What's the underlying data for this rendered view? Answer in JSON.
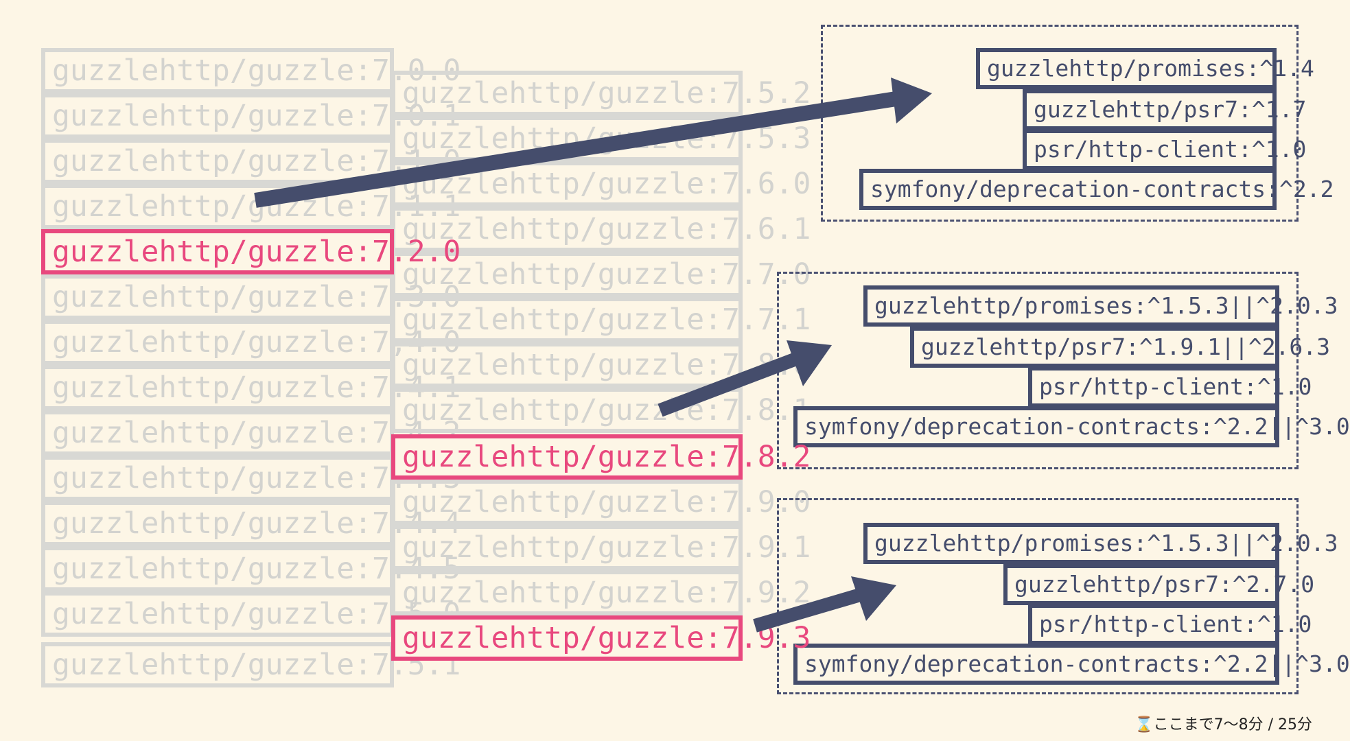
{
  "versions_left": [
    "guzzlehttp/guzzle:7.0.0",
    "guzzlehttp/guzzle:7.0.1",
    "guzzlehttp/guzzle:7.1.0",
    "guzzlehttp/guzzle:7.1.1",
    "guzzlehttp/guzzle:7.2.0",
    "guzzlehttp/guzzle:7.3.0",
    "guzzlehttp/guzzle:7,4.0",
    "guzzlehttp/guzzle:7.4.1",
    "guzzlehttp/guzzle:7.4.2",
    "guzzlehttp/guzzle:7.4.3",
    "guzzlehttp/guzzle:7.4.4",
    "guzzlehttp/guzzle:7.4.5",
    "guzzlehttp/guzzle:7.5.0",
    "guzzlehttp/guzzle:7.5.1"
  ],
  "versions_right": [
    "guzzlehttp/guzzle:7.5.2",
    "guzzlehttp/guzzle:7.5.3",
    "guzzlehttp/guzzle:7.6.0",
    "guzzlehttp/guzzle:7.6.1",
    "guzzlehttp/guzzle:7.7.0",
    "guzzlehttp/guzzle:7.7.1",
    "guzzlehttp/guzzle:7.8.0",
    "guzzlehttp/guzzle:7.8.1",
    "guzzlehttp/guzzle:7.8.2",
    "guzzlehttp/guzzle:7.9.0",
    "guzzlehttp/guzzle:7.9.1",
    "guzzlehttp/guzzle:7.9.2",
    "guzzlehttp/guzzle:7.9.3"
  ],
  "highlighted": [
    "guzzlehttp/guzzle:7.2.0",
    "guzzlehttp/guzzle:7.8.2",
    "guzzlehttp/guzzle:7.9.3"
  ],
  "panels": [
    {
      "deps": [
        "guzzlehttp/promises:^1.4",
        "guzzlehttp/psr7:^1.7",
        "psr/http-client:^1.0",
        "symfony/deprecation-contracts:^2.2"
      ]
    },
    {
      "deps": [
        "guzzlehttp/promises:^1.5.3||^2.0.3",
        "guzzlehttp/psr7:^1.9.1||^2.6.3",
        "psr/http-client:^1.0",
        "symfony/deprecation-contracts:^2.2||^3.0"
      ]
    },
    {
      "deps": [
        "guzzlehttp/promises:^1.5.3||^2.0.3",
        "guzzlehttp/psr7:^2.7.0",
        "psr/http-client:^1.0",
        "symfony/deprecation-contracts:^2.2||^3.0"
      ]
    }
  ],
  "footer": "⌛ここまで7〜8分 / 25分",
  "colors": {
    "highlight": "#e8487e",
    "dep": "#454d6c",
    "faded": "#d8d8d4",
    "background": "#fdf6e6"
  }
}
